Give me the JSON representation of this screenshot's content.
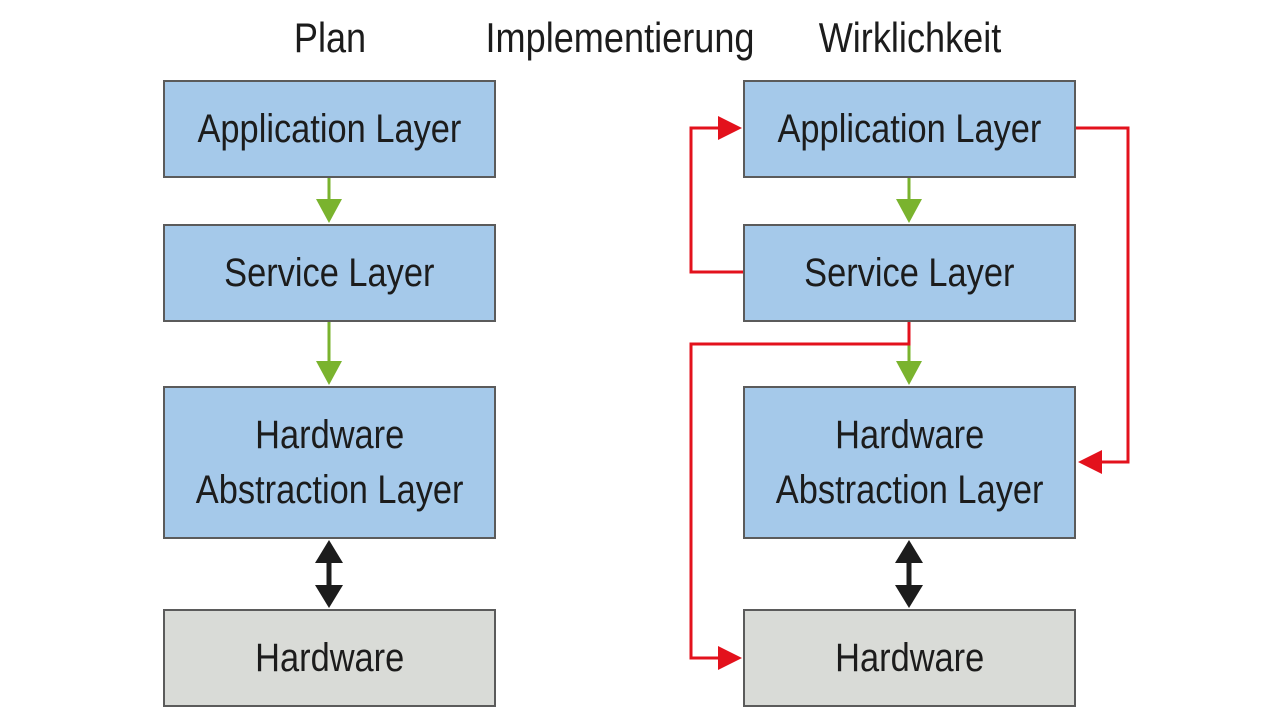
{
  "headings": {
    "plan": "Plan",
    "implementation": "Implementierung",
    "reality": "Wirklichkeit"
  },
  "plan": {
    "application_layer": "Application Layer",
    "service_layer": "Service Layer",
    "hal_line1": "Hardware",
    "hal_line2": "Abstraction Layer",
    "hardware": "Hardware"
  },
  "reality": {
    "application_layer": "Application Layer",
    "service_layer": "Service Layer",
    "hal_line1": "Hardware",
    "hal_line2": "Abstraction Layer",
    "hardware": "Hardware"
  },
  "colors": {
    "layer_fill": "#a5c9ea",
    "hardware_fill": "#d9dbd7",
    "border": "#5b5b5b",
    "planned_dependency": "#7ab32e",
    "violating_dependency": "#e3111c",
    "bidirectional_link": "#1c1c1c"
  }
}
